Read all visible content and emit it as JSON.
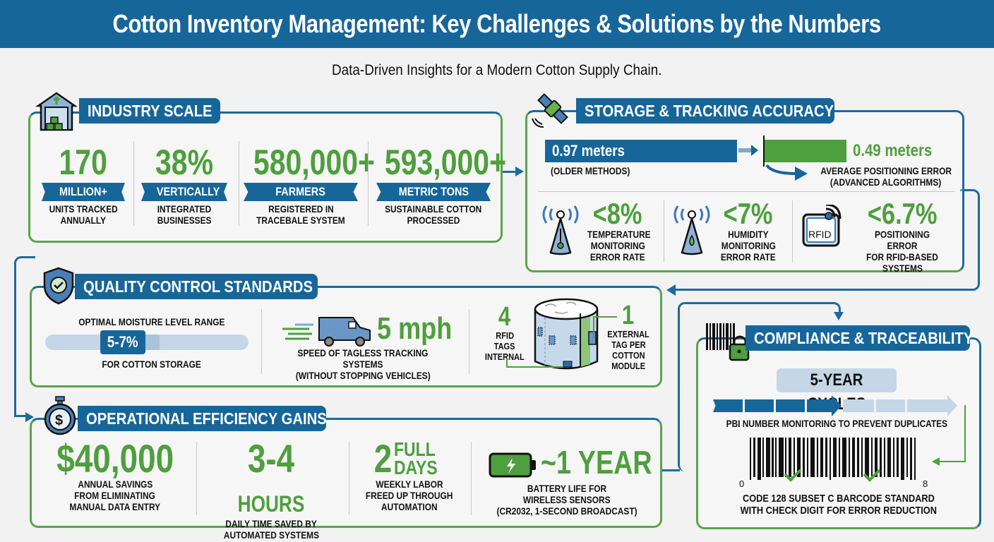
{
  "header": {
    "title": "Cotton Inventory Management: Key Challenges & Solutions by the Numbers",
    "subtitle": "Data-Driven Insights for a Modern Cotton Supply Chain."
  },
  "colors": {
    "primary_blue": "#17669a",
    "accent_green": "#4e9f3d",
    "panel_border_green": "#5aa54a",
    "background": "#f1f2f1"
  },
  "industry_scale": {
    "title": "INDUSTRY SCALE",
    "icon": "warehouse-icon",
    "stats": [
      {
        "value": "170",
        "ribbon": "MILLION+",
        "label_1": "UNITS TRACKED",
        "label_2": "ANNUALLY"
      },
      {
        "value": "38%",
        "ribbon": "VERTICALLY",
        "label_1": "INTEGRATED",
        "label_2": "BUSINESSES"
      },
      {
        "value": "580,000+",
        "ribbon": "FARMERS",
        "label_1": "REGISTERED IN",
        "label_2": "TRACEBALE SYSTEM"
      },
      {
        "value": "593,000+",
        "ribbon": "METRIC TONS",
        "label_1": "SUSTAINABLE COTTON",
        "label_2": "PROCESSED"
      }
    ]
  },
  "storage_tracking": {
    "title": "STORAGE & TRACKING ACCURACY",
    "icon": "satellite-icon",
    "older": {
      "value": "0.97 meters",
      "label": "(OLDER METHODS)"
    },
    "advanced": {
      "value": "0.49 meters",
      "label_1": "AVERAGE POSITIONING ERROR",
      "label_2": "(ADVANCED ALGORITHMS)"
    },
    "metrics": [
      {
        "icon": "temperature-sensor-icon",
        "value": "<8%",
        "label_1": "TEMPERATURE",
        "label_2": "MONITORING",
        "label_3": "ERROR RATE"
      },
      {
        "icon": "humidity-sensor-icon",
        "value": "<7%",
        "label_1": "HUMIDITY",
        "label_2": "MONITORING",
        "label_3": "ERROR RATE"
      },
      {
        "icon": "rfid-tag-icon",
        "icon_text": "RFID",
        "value": "<6.7%",
        "label_1": "POSITIONING ERROR",
        "label_2": "FOR RFID-BASED",
        "label_3": "SYSTEMS"
      }
    ]
  },
  "quality_control": {
    "title": "QUALITY CONTROL STANDARDS",
    "icon": "shield-check-icon",
    "moisture": {
      "heading": "OPTIMAL MOISTURE LEVEL RANGE",
      "value": "5-7%",
      "label": "FOR COTTON STORAGE"
    },
    "speed": {
      "value": "5 mph",
      "label_1": "SPEED OF TAGLESS TRACKING SYSTEMS",
      "label_2": "(WITHOUT STOPPING VEHICLES)"
    },
    "rfid_internal": {
      "value": "4",
      "label_1": "RFID",
      "label_2": "TAGS",
      "label_3": "INTERNAL"
    },
    "rfid_external": {
      "value": "1",
      "label_1": "EXTERNAL",
      "label_2": "TAG PER",
      "label_3": "COTTON",
      "label_4": "MODULE"
    }
  },
  "operational_efficiency": {
    "title": "OPERATIONAL EFFICIENCY GAINS",
    "icon": "stopwatch-dollar-icon",
    "stats": [
      {
        "value": "$40,000",
        "label_1": "ANNUAL SAVINGS",
        "label_2": "FROM ELIMINATING",
        "label_3": "MANUAL DATA ENTRY"
      },
      {
        "value": "3-4",
        "unit": "HOURS",
        "label_1": "DAILY TIME SAVED BY",
        "label_2": "AUTOMATED SYSTEMS"
      },
      {
        "value": "2",
        "unit_1": "FULL",
        "unit_2": "DAYS",
        "label_1": "WEEKLY LABOR",
        "label_2": "FREED UP THROUGH",
        "label_3": "AUTOMATION"
      },
      {
        "value": "~1 YEAR",
        "label_1": "BATTERY LIFE FOR",
        "label_2": "WIRELESS SENSORS",
        "label_3": "(CR2032, 1-SECOND BROADCAST)"
      }
    ]
  },
  "compliance": {
    "title": "COMPLIANCE & TRACEABILITY",
    "icon": "barcode-lock-icon",
    "cycles": "5-YEAR CYCLES",
    "cycle_label": "PBI NUMBER MONITORING TO PREVENT DUPLICATES",
    "barcode_start": "0",
    "barcode_end": "8",
    "barcode_label_1": "CODE 128 SUBSET C BARCODE STANDARD",
    "barcode_label_2": "WITH CHECK DIGIT FOR ERROR REDUCTION"
  }
}
